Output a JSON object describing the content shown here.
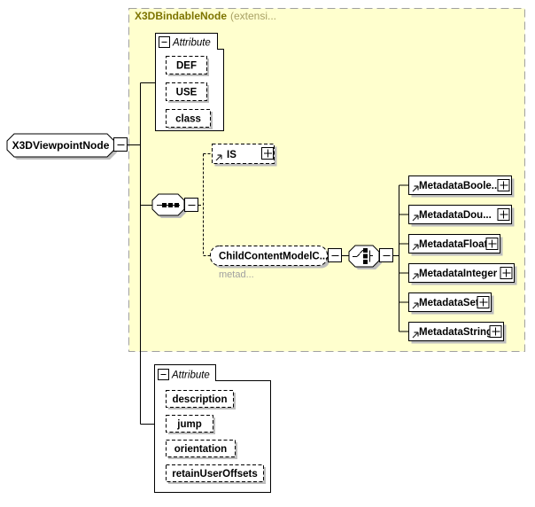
{
  "root_node": {
    "label": "X3DViewpointNode"
  },
  "panel": {
    "title": "X3DBindableNode",
    "title_suffix": "(extensi...",
    "attribute_group": {
      "header": "Attribute",
      "items": [
        "DEF",
        "USE",
        "class"
      ]
    },
    "is_node": {
      "label": "IS"
    },
    "child_content_node": {
      "label": "ChildContentModelC...",
      "annotation": "metad..."
    },
    "metadata_nodes": [
      {
        "label": "MetadataBoole..."
      },
      {
        "label": "MetadataDou..."
      },
      {
        "label": "MetadataFloat"
      },
      {
        "label": "MetadataInteger"
      },
      {
        "label": "MetadataSet"
      },
      {
        "label": "MetadataString"
      }
    ]
  },
  "attribute_group_bottom": {
    "header": "Attribute",
    "items": [
      "description",
      "jump",
      "orientation",
      "retainUserOffsets"
    ]
  },
  "colors": {
    "panel_bg": "#FFFFCE",
    "panel_border": "#A0A0A0",
    "panel_title": "#7D7400",
    "panel_title_suffix": "#A8A064",
    "box_shadow": "#BDBDBD",
    "line": "#000000",
    "annotation_text": "#A0A0A0"
  }
}
